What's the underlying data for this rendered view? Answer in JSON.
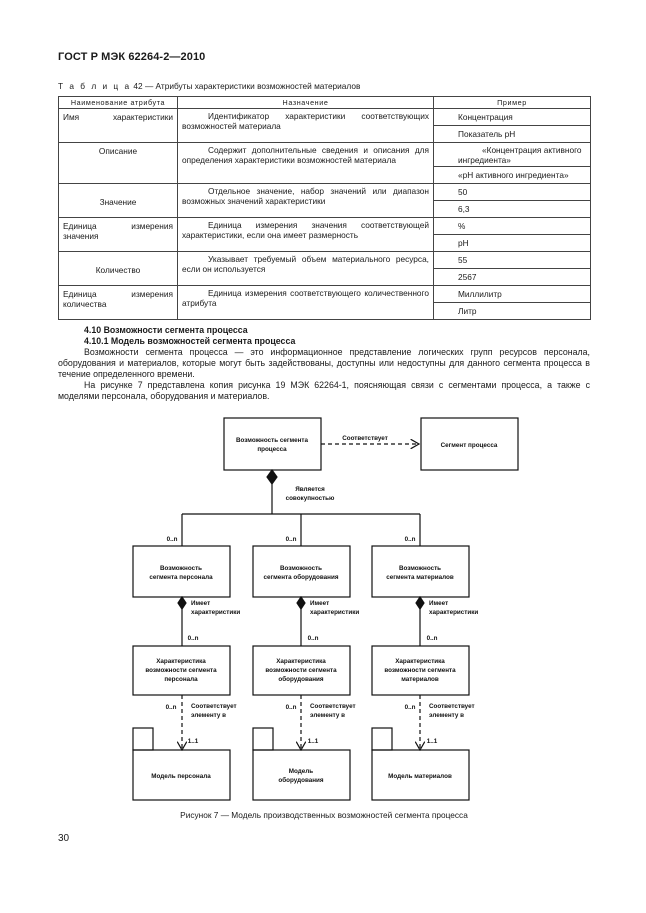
{
  "header": "ГОСТ Р МЭК 62264-2—2010",
  "table_caption": {
    "prefix": "Т а б л и ц а",
    "text": " 42 — Атрибуты характеристики возможностей материалов"
  },
  "table": {
    "headers": [
      "Наименование атрибута",
      "Назначение",
      "Пример"
    ],
    "rows": [
      {
        "name": "Имя характеристики",
        "purpose": "Идентификатор характеристики соответствующих возможностей материала",
        "examples": [
          "Концентрация",
          "Показатель pH"
        ]
      },
      {
        "name": "Описание",
        "purpose": "Содержит дополнительные сведения и описания для определения характеристики возможностей материала",
        "examples": [
          "«Концентрация активного ингредиента»",
          "«pH активного ингредиента»"
        ]
      },
      {
        "name": "Значение",
        "purpose": "Отдельное значение, набор значений или диапазон возможных значений характеристики",
        "examples": [
          "50",
          "6,3"
        ]
      },
      {
        "name": "Единица измерения значения",
        "purpose": "Единица измерения значения соответствующей характеристики, если она имеет размерность",
        "examples": [
          "%",
          "pH"
        ]
      },
      {
        "name": "Количество",
        "purpose": "Указывает требуемый объем материального ресурса, если он используется",
        "examples": [
          "55",
          "2567"
        ]
      },
      {
        "name": "Единица измерения количества",
        "purpose": "Единица измерения соответствующего количественного атрибута",
        "examples": [
          "Миллилитр",
          "Литр"
        ]
      }
    ]
  },
  "section": {
    "h1": "4.10 Возможности сегмента процесса",
    "h2": "4.10.1 Модель возможностей сегмента процесса",
    "p1": "Возможности сегмента процесса — это информационное представление логических групп ресурсов персонала, оборудования и материалов, которые могут быть задействованы, доступны или недоступны для данного сегмента процесса в течение определенного времени.",
    "p2": "На рисунке 7 представлена копия рисунка 19 МЭК 62264-1, поясняющая связи с сегментами процесса, а также с моделями персонала, оборудования и материалов."
  },
  "diagram": {
    "top_left": [
      "Возможность сегмента",
      "процесса"
    ],
    "top_right": "Сегмент процесса",
    "corresponds": "Соответствует",
    "is_aggregate": [
      "Является",
      "совокупностью"
    ],
    "mult_0n": "0..n",
    "mult_11": "1..1",
    "has_char": [
      "Имеет",
      "характеристики"
    ],
    "corr_elem": [
      "Соответствует",
      "элементу в"
    ],
    "columns": [
      {
        "capability": [
          "Возможность",
          "сегмента персонала"
        ],
        "characteristic": [
          "Характеристика",
          "возможности сегмента",
          "персонала"
        ],
        "model": [
          "Модель персонала"
        ]
      },
      {
        "capability": [
          "Возможность",
          "сегмента оборудования"
        ],
        "characteristic": [
          "Характеристика",
          "возможности сегмента",
          "оборудования"
        ],
        "model": [
          "Модель",
          "оборудования"
        ]
      },
      {
        "capability": [
          "Возможность",
          "сегмента материалов"
        ],
        "characteristic": [
          "Характеристика",
          "возможности сегмента",
          "материалов"
        ],
        "model": [
          "Модель материалов"
        ]
      }
    ]
  },
  "figure_caption": "Рисунок 7 — Модель производственных возможностей сегмента процесса",
  "page_number": "30"
}
